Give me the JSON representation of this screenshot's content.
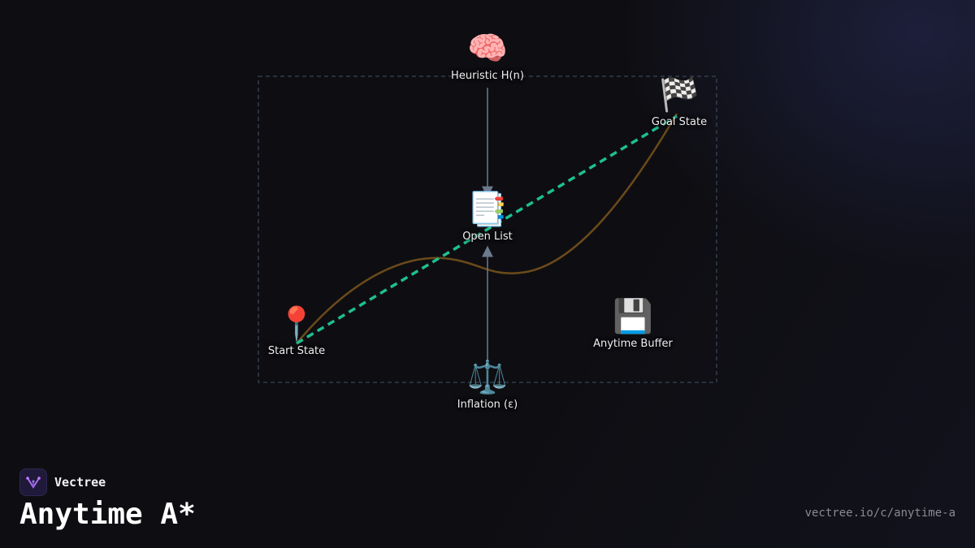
{
  "brand": {
    "name": "Vectree"
  },
  "page": {
    "title": "Anytime A*",
    "url": "vectree.io/c/anytime-a"
  },
  "colors": {
    "green_path": "#1fbf8f",
    "brown_path": "#6b4a1a",
    "arrow": "#6b7a8c",
    "frame": "#3a4556"
  },
  "nodes": {
    "heuristic": {
      "label": "Heuristic H(n)",
      "icon": "brain-icon",
      "glyph": "🧠"
    },
    "goal": {
      "label": "Goal State",
      "icon": "checkered-flag-icon",
      "glyph": "🏁"
    },
    "open_list": {
      "label": "Open List",
      "icon": "bookmark-tabs-icon",
      "glyph": "📑"
    },
    "start": {
      "label": "Start State",
      "icon": "pin-icon",
      "glyph": "📍"
    },
    "buffer": {
      "label": "Anytime Buffer",
      "icon": "floppy-disk-icon",
      "glyph": "💾"
    },
    "inflation": {
      "label": "Inflation (ε)",
      "icon": "scales-icon",
      "glyph": "⚖️"
    }
  }
}
